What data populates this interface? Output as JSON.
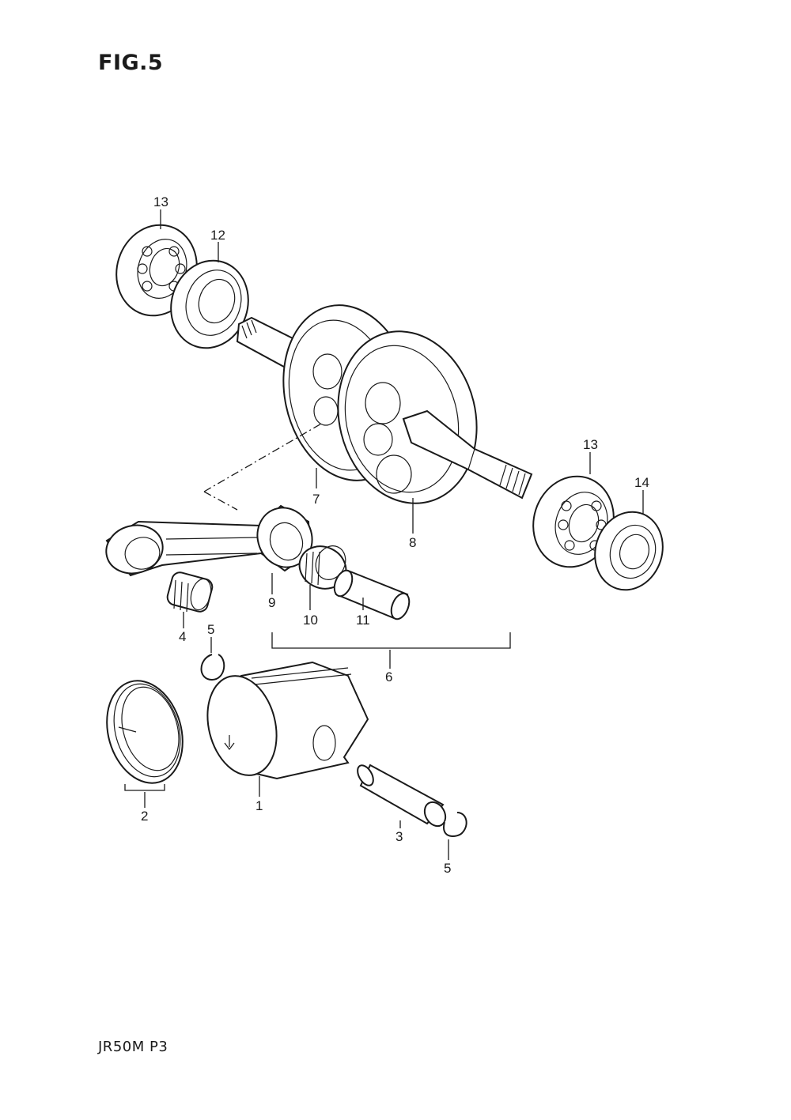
{
  "figure": {
    "title": "FIG.5",
    "code": "JR50M P3"
  },
  "callouts": [
    {
      "id": "c13a",
      "label": "13"
    },
    {
      "id": "c12",
      "label": "12"
    },
    {
      "id": "c7",
      "label": "7"
    },
    {
      "id": "c8",
      "label": "8"
    },
    {
      "id": "c13b",
      "label": "13"
    },
    {
      "id": "c14",
      "label": "14"
    },
    {
      "id": "c9",
      "label": "9"
    },
    {
      "id": "c10",
      "label": "10"
    },
    {
      "id": "c11",
      "label": "11"
    },
    {
      "id": "c4",
      "label": "4"
    },
    {
      "id": "c5a",
      "label": "5"
    },
    {
      "id": "c6",
      "label": "6"
    },
    {
      "id": "c2",
      "label": "2"
    },
    {
      "id": "c1",
      "label": "1"
    },
    {
      "id": "c3",
      "label": "3"
    },
    {
      "id": "c5b",
      "label": "5"
    }
  ]
}
